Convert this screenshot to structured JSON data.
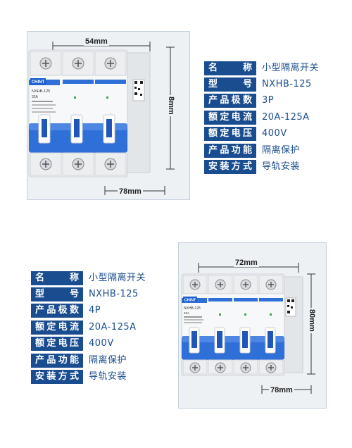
{
  "products": [
    {
      "photo": {
        "brand": "CHINT",
        "model_label": "NXHB-125",
        "rating_label": "32A",
        "poles": 3,
        "colors": {
          "body": "#f4f5f6",
          "handle": "#2f6fd8",
          "handle_dark": "#1f56b8",
          "screw": "#d7dbe0"
        }
      },
      "dimensions": {
        "width": "54mm",
        "height": "8mm",
        "depth": "78mm"
      },
      "specs": [
        {
          "key": "名称",
          "value": "小型隔离开关"
        },
        {
          "key": "型号",
          "value": "NXHB-125"
        },
        {
          "key": "产品极数",
          "value": "3P"
        },
        {
          "key": "额定电流",
          "value": "20A-125A"
        },
        {
          "key": "额定电压",
          "value": "400V"
        },
        {
          "key": "产品功能",
          "value": "隔离保护"
        },
        {
          "key": "安装方式",
          "value": "导轨安装"
        }
      ]
    },
    {
      "photo": {
        "brand": "CHINT",
        "model_label": "NXHB-125",
        "rating_label": "32A",
        "poles": 4,
        "colors": {
          "body": "#f4f5f6",
          "handle": "#2f6fd8",
          "handle_dark": "#1f56b8",
          "screw": "#d7dbe0"
        }
      },
      "dimensions": {
        "width": "72mm",
        "height": "80mm",
        "depth": "78mm"
      },
      "specs": [
        {
          "key": "名称",
          "value": "小型隔离开关"
        },
        {
          "key": "型号",
          "value": "NXHB-125"
        },
        {
          "key": "产品极数",
          "value": "4P"
        },
        {
          "key": "额定电流",
          "value": "20A-125A"
        },
        {
          "key": "额定电压",
          "value": "400V"
        },
        {
          "key": "产品功能",
          "value": "隔离保护"
        },
        {
          "key": "安装方式",
          "value": "导轨安装"
        }
      ]
    }
  ],
  "colors": {
    "accent": "#1a4d8f",
    "frame_bg": "#eef1f4",
    "frame_border": "#c4d0de"
  }
}
